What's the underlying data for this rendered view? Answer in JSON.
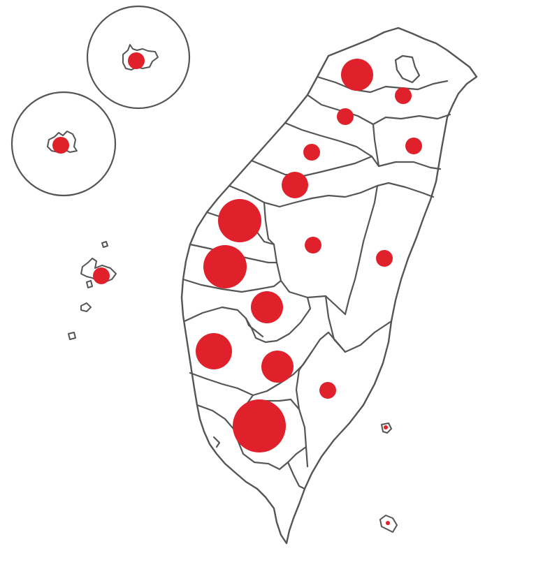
{
  "map": {
    "marker_color": "#e0202a",
    "border_color": "#555555",
    "land_color": "#ffffff",
    "background": "#ffffff",
    "symbol": "proportional-circle",
    "legend": "none",
    "insets": [
      "inset-islands-upper",
      "inset-islands-lower"
    ],
    "regions": [
      {
        "id": "keelung-area",
        "marker_level": 1
      },
      {
        "id": "taoyuan-area",
        "marker_level": 3
      },
      {
        "id": "hsinchu-area",
        "marker_level": 1
      },
      {
        "id": "yilan-area",
        "marker_level": 1
      },
      {
        "id": "miaoli-area",
        "marker_level": 1
      },
      {
        "id": "taichung-area",
        "marker_level": 2
      },
      {
        "id": "changhua-area",
        "marker_level": 5
      },
      {
        "id": "nantou-area",
        "marker_level": 1
      },
      {
        "id": "yunlin-area",
        "marker_level": 5
      },
      {
        "id": "hualien-area",
        "marker_level": 1
      },
      {
        "id": "chiayi-area",
        "marker_level": 3
      },
      {
        "id": "tainan-area",
        "marker_level": 4
      },
      {
        "id": "kaohsiung-area",
        "marker_level": 3
      },
      {
        "id": "taitung-area",
        "marker_level": 1
      },
      {
        "id": "pingtung-area",
        "marker_level": 6
      },
      {
        "id": "penghu-area",
        "marker_level": 1
      },
      {
        "id": "kinmen-inset",
        "marker_level": 1
      },
      {
        "id": "matsu-inset",
        "marker_level": 1
      },
      {
        "id": "green-island",
        "marker_level": 0
      },
      {
        "id": "orchid-island",
        "marker_level": 0
      }
    ]
  }
}
